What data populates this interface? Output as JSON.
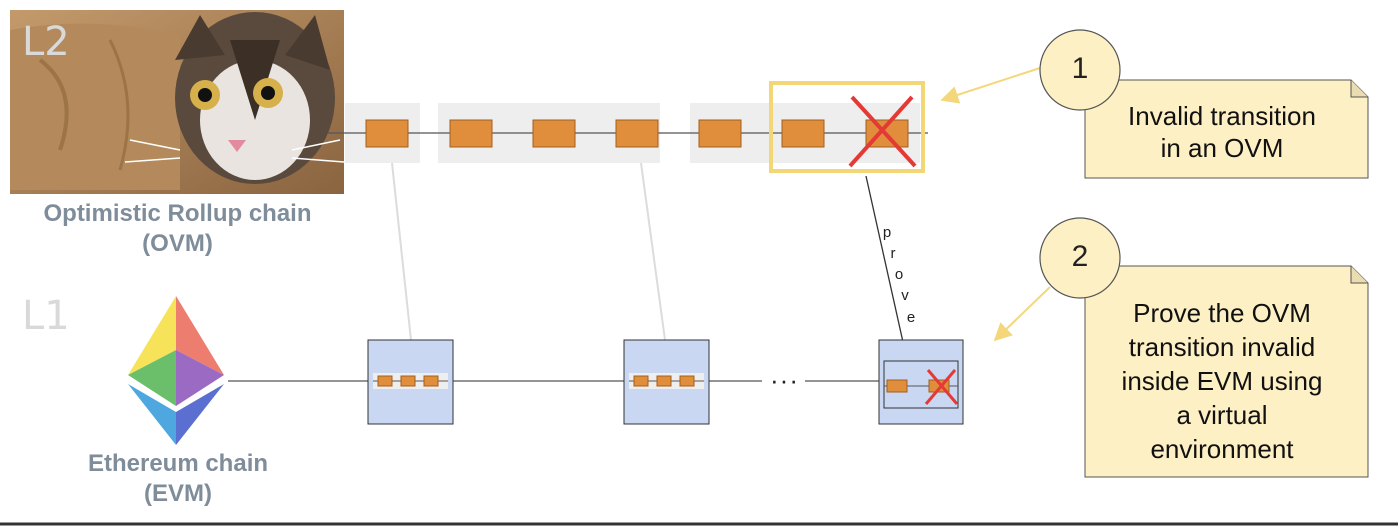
{
  "layers": {
    "l2": "L2",
    "l1": "L1"
  },
  "l2_chain": {
    "line1": "Optimistic Rollup chain",
    "line2": "(OVM)"
  },
  "l1_chain": {
    "line1": "Ethereum chain",
    "line2": "(EVM)"
  },
  "callouts": [
    {
      "number": "1",
      "lines": [
        "Invalid transition",
        "in an OVM"
      ]
    },
    {
      "number": "2",
      "lines": [
        "Prove the OVM",
        "transition invalid",
        "inside EVM using",
        "a virtual",
        "environment"
      ]
    }
  ],
  "prove_label": "prove",
  "ellipsis": "···",
  "colors": {
    "block": "#e08e3c",
    "block_border": "#a25f1f",
    "batch_bg": "#eeeeee",
    "l1_block": "#c9d7f2",
    "highlight": "#f3d777",
    "cross": "#e53935",
    "callout_fill": "#fdf0c4",
    "circle_fill": "#fdf0c4",
    "arrow": "#f3d77a"
  }
}
